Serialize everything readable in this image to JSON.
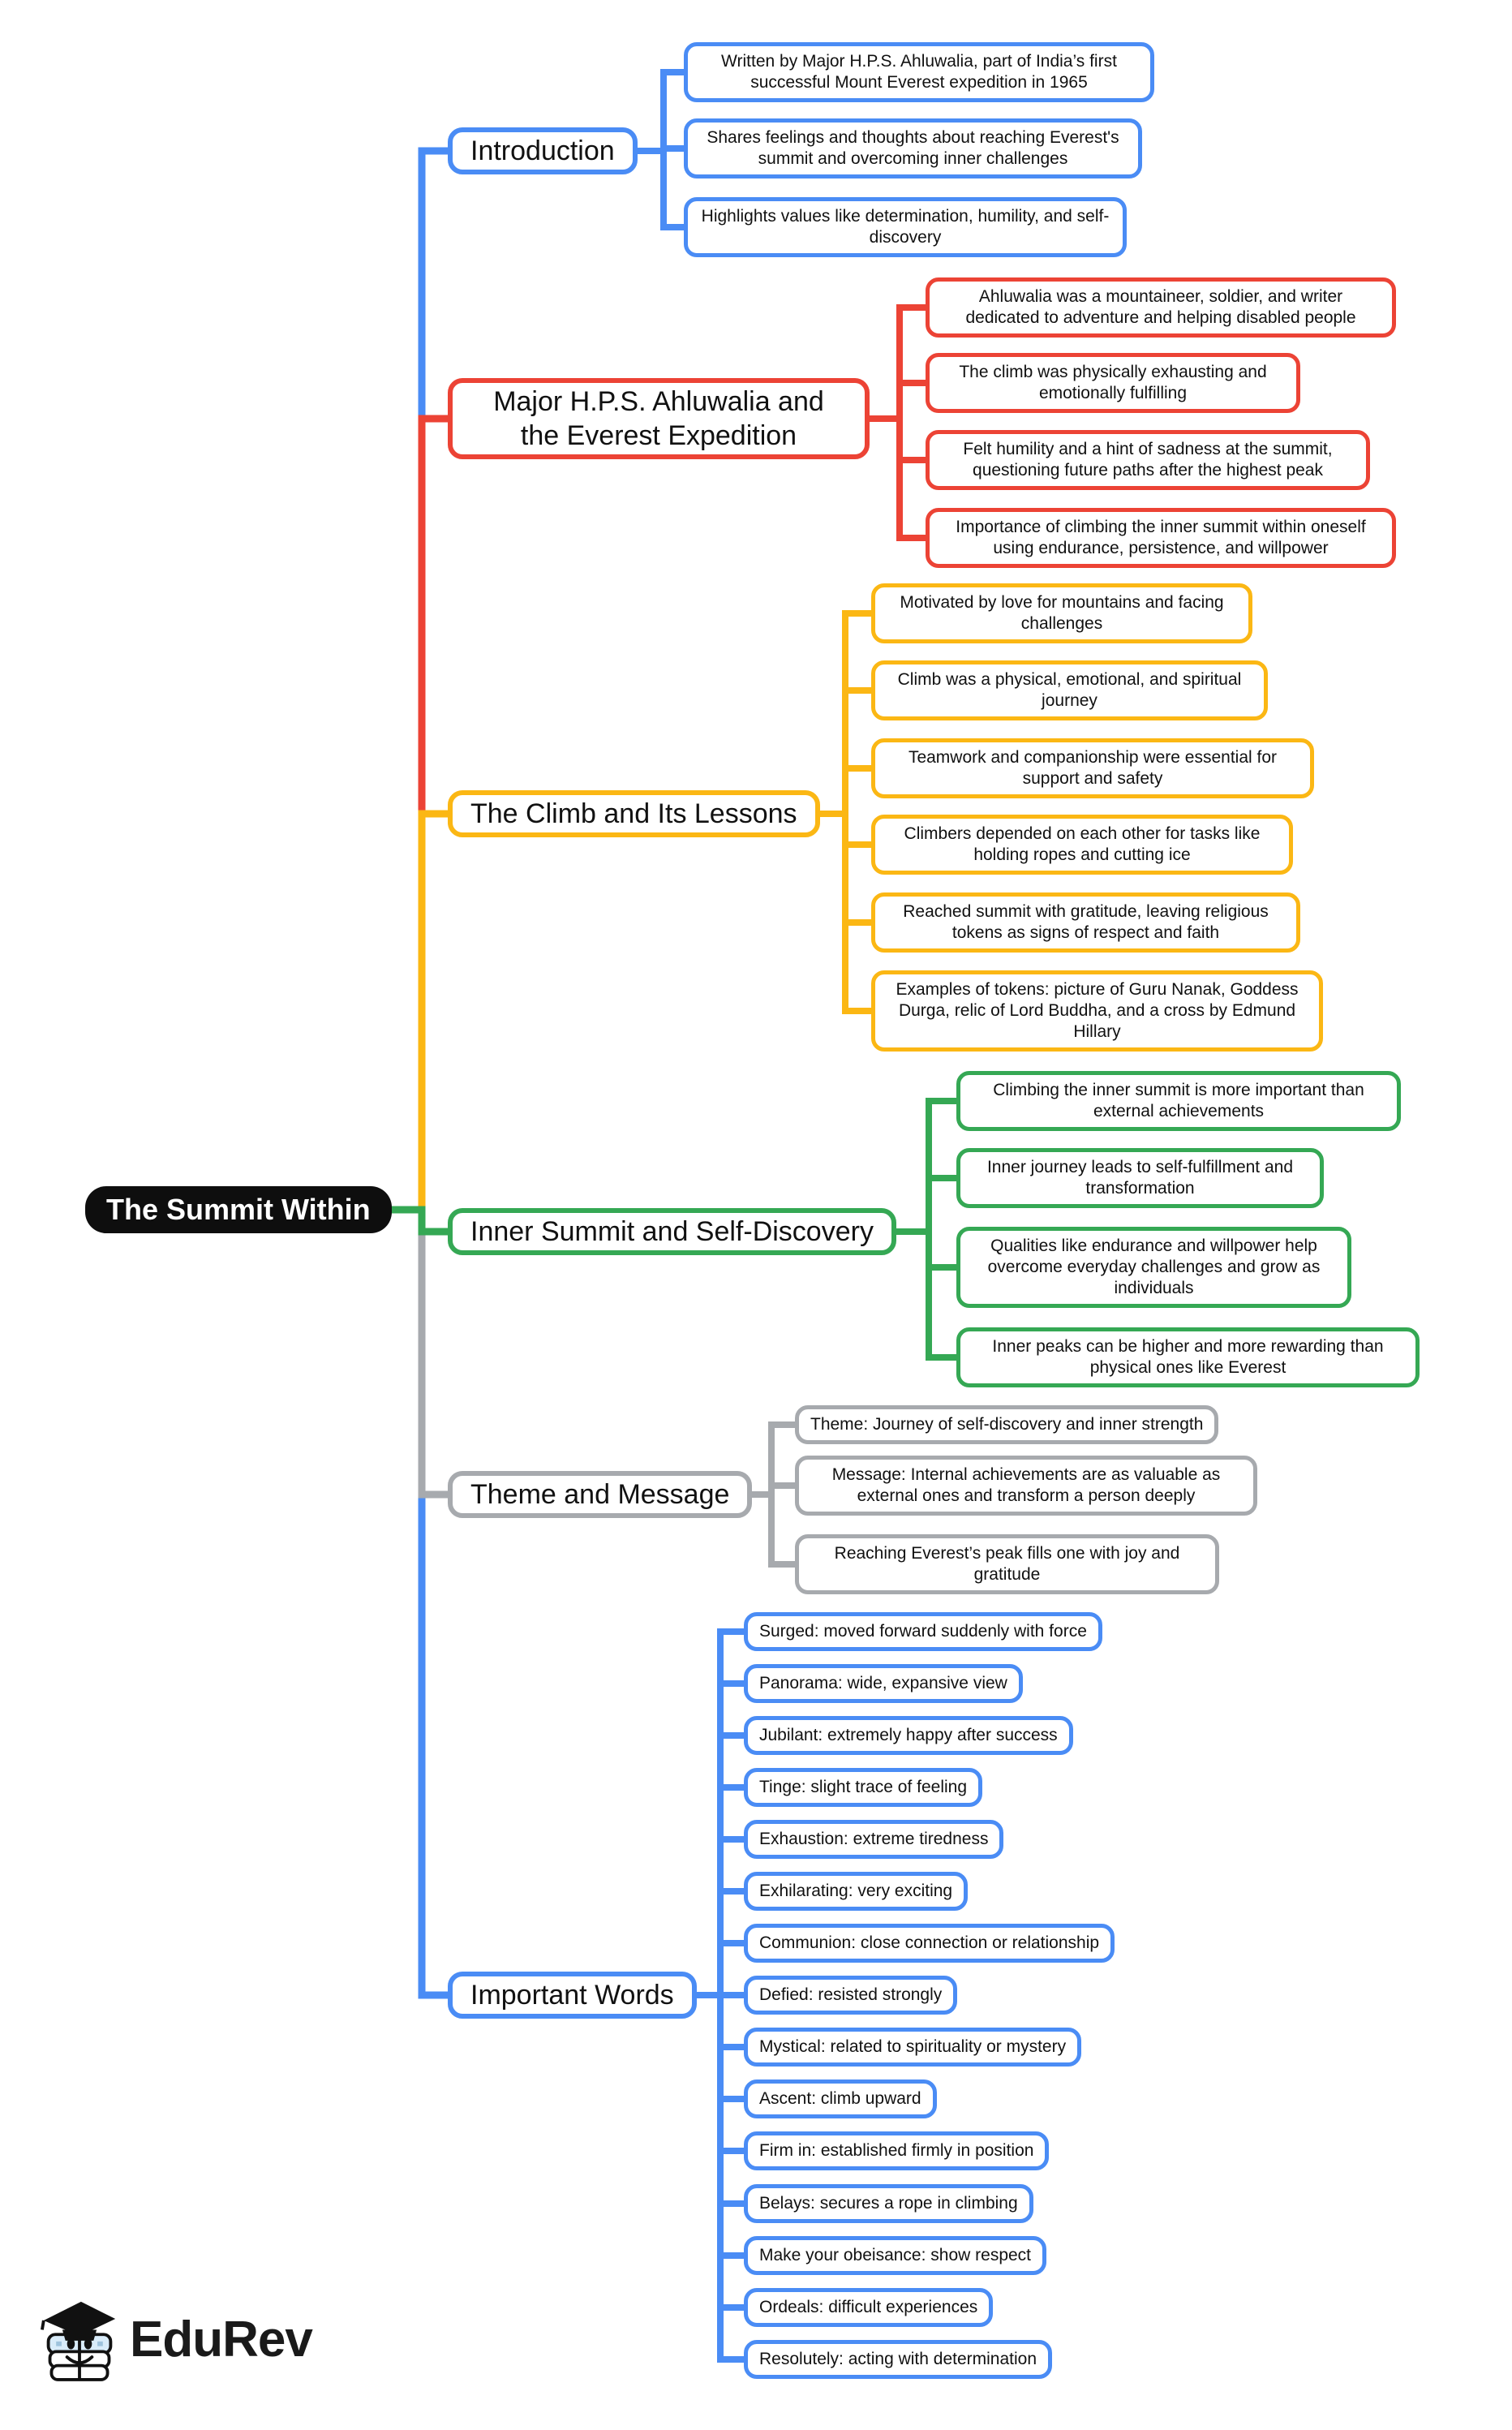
{
  "root": {
    "label": "The Summit Within"
  },
  "colors": {
    "blue": "#4A8CF5",
    "red": "#EC4335",
    "yellow": "#FBB714",
    "green": "#35A854",
    "gray": "#A7AAAE",
    "root_bg": "#0E0E0E"
  },
  "branches": [
    {
      "label": "Introduction",
      "color": "#4A8CF5",
      "children": [
        "Written by Major H.P.S. Ahluwalia, part of India’s first successful Mount Everest expedition in 1965",
        "Shares feelings and thoughts about reaching Everest's summit and overcoming inner challenges",
        "Highlights values like determination, humility, and self-discovery"
      ]
    },
    {
      "label": "Major H.P.S. Ahluwalia and the Everest Expedition",
      "color": "#EC4335",
      "children": [
        "Ahluwalia was a mountaineer, soldier, and writer dedicated to adventure and helping disabled people",
        "The climb was physically exhausting and emotionally fulfilling",
        "Felt humility and a hint of sadness at the summit, questioning future paths after the highest peak",
        "Importance of climbing the inner summit within oneself using endurance, persistence, and willpower"
      ]
    },
    {
      "label": "The Climb and Its Lessons",
      "color": "#FBB714",
      "children": [
        "Motivated by love for mountains and facing challenges",
        "Climb was a physical, emotional, and spiritual journey",
        "Teamwork and companionship were essential for support and safety",
        "Climbers depended on each other for tasks like holding ropes and cutting ice",
        "Reached summit with gratitude, leaving religious tokens as signs of respect and faith",
        "Examples of tokens: picture of Guru Nanak, Goddess Durga, relic of Lord Buddha, and a cross by Edmund Hillary"
      ]
    },
    {
      "label": "Inner Summit and Self-Discovery",
      "color": "#35A854",
      "children": [
        "Climbing the inner summit is more important than external achievements",
        "Inner journey leads to self-fulfillment and transformation",
        "Qualities like endurance and willpower help overcome everyday challenges and grow as individuals",
        "Inner peaks can be higher and more rewarding than physical ones like Everest"
      ]
    },
    {
      "label": "Theme and Message",
      "color": "#A7AAAE",
      "children": [
        "Theme: Journey of self-discovery and inner strength",
        "Message: Internal achievements are as valuable as external ones and transform a person deeply",
        "Reaching Everest’s peak fills one with joy and gratitude"
      ]
    },
    {
      "label": "Important Words",
      "color": "#4A8CF5",
      "children": [
        "Surged: moved forward suddenly with force",
        "Panorama: wide, expansive view",
        "Jubilant: extremely happy after success",
        "Tinge: slight trace of feeling",
        "Exhaustion: extreme tiredness",
        "Exhilarating: very exciting",
        "Communion: close connection or relationship",
        "Defied: resisted strongly",
        "Mystical: related to spirituality or mystery",
        "Ascent: climb upward",
        "Firm in: established firmly in position",
        "Belays: secures a rope in climbing",
        "Make your obeisance: show respect",
        "Ordeals: difficult experiences",
        "Resolutely: acting with determination"
      ]
    }
  ],
  "logo": {
    "text": "EduRev"
  }
}
